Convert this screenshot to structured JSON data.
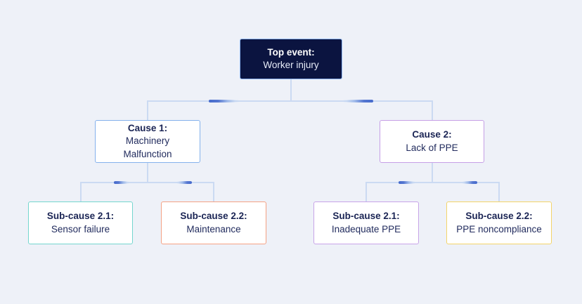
{
  "diagram": {
    "type": "fault-tree",
    "background_color": "#eef1f8",
    "connector_color": "#cbdaf2",
    "pulse_color": "#3e64ca",
    "nodes": [
      {
        "id": "top-event",
        "title": "Top event:",
        "subtitle": "Worker injury",
        "fill": "#0b1440",
        "border": "#8fb6f0",
        "text_color": "#ffffff",
        "children": [
          "cause-1",
          "cause-2"
        ]
      },
      {
        "id": "cause-1",
        "title": "Cause 1:",
        "subtitle": "Machinery Malfunction",
        "fill": "#ffffff",
        "border": "#84b1ec",
        "text_color": "#222c5e",
        "children": [
          "sub-1-1",
          "sub-1-2"
        ]
      },
      {
        "id": "cause-2",
        "title": "Cause 2:",
        "subtitle": "Lack of PPE",
        "fill": "#ffffff",
        "border": "#c69fe6",
        "text_color": "#222c5e",
        "children": [
          "sub-2-1",
          "sub-2-2"
        ]
      },
      {
        "id": "sub-1-1",
        "title": "Sub-cause 2.1:",
        "subtitle": "Sensor failure",
        "fill": "#ffffff",
        "border": "#74d6ce",
        "text_color": "#222c5e",
        "children": []
      },
      {
        "id": "sub-1-2",
        "title": "Sub-cause 2.2:",
        "subtitle": "Maintenance",
        "fill": "#ffffff",
        "border": "#f5a184",
        "text_color": "#222c5e",
        "children": []
      },
      {
        "id": "sub-2-1",
        "title": "Sub-cause 2.1:",
        "subtitle": "Inadequate PPE",
        "fill": "#ffffff",
        "border": "#c8a4e8",
        "text_color": "#222c5e",
        "children": []
      },
      {
        "id": "sub-2-2",
        "title": "Sub-cause 2.2:",
        "subtitle": "PPE noncompliance",
        "fill": "#ffffff",
        "border": "#f3d469",
        "text_color": "#222c5e",
        "children": []
      }
    ]
  }
}
